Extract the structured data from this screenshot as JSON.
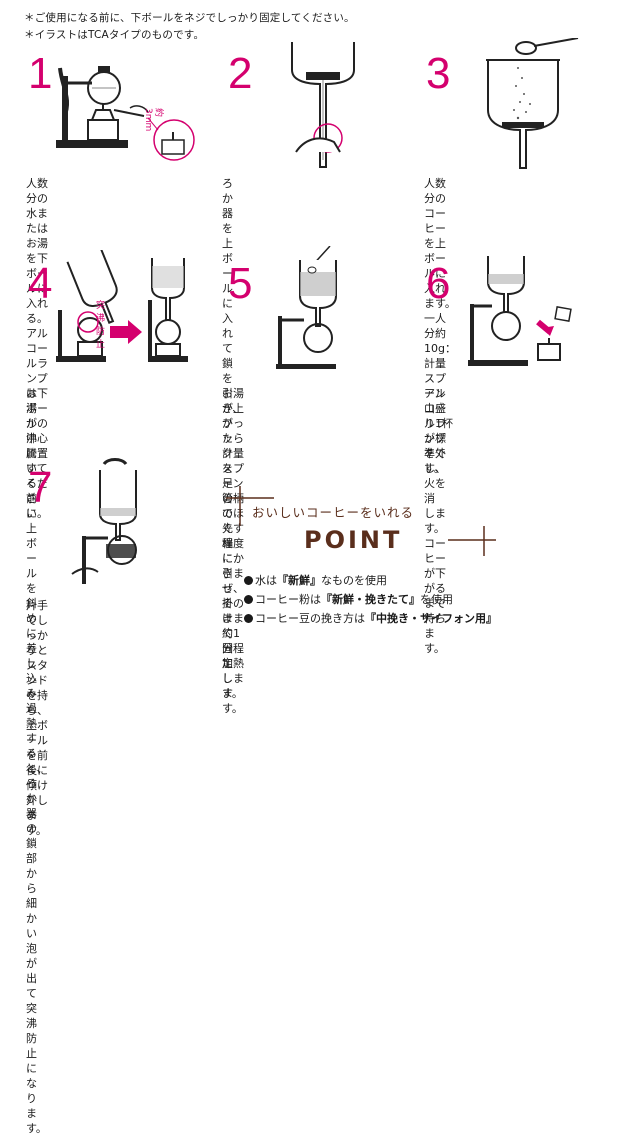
{
  "notes": [
    "＊ご使用になる前に、下ボールをネジでしっかり固定してください。",
    "＊イラストはTCAタイプのものです。"
  ],
  "steps": [
    {
      "number": "1",
      "text": "人数分の水またはお湯を下ボー\nルに入れる。アルコールランプ\nは下ボールの中心に置いてくだ\nさい。"
    },
    {
      "number": "2",
      "text": "ろか器を上ボールに入れて鎖を\n引き、フックを足管の先端に引っ\n掛けて固定します。"
    },
    {
      "number": "3",
      "text": "人数分のコーヒーを上ボールに\n入れます。一人分約10g：計量\nスプーン山盛り1杯が標準で\nす。"
    },
    {
      "number": "4",
      "text": "お湯が沸騰する前に上ボールを\n斜めに差し込み過熱すると、ろ\nか器の鎖部から細かい泡が出\nて突沸防止になります。"
    },
    {
      "number": "5",
      "text": "お湯が上がったら計量スプーン\nの柄でほぐす程度にかきまぜ、\nそのまま約1分程加熱します。"
    },
    {
      "number": "6",
      "text": "アルコールランプを外し、火を消\nします。コーヒーが下がるまで\n待ちます。"
    },
    {
      "number": "7",
      "text": "片手でしっかりとスタンドを持\nち、上ボールを前後に傾け外し\nます。"
    }
  ],
  "labels": {
    "flame_height": "約3mm",
    "bump_prevention": "突沸防止"
  },
  "point": {
    "subtitle": "おいしいコーヒーをいれる",
    "title": "POINT",
    "tips": [
      {
        "prefix": "水は",
        "bold": "『新鮮』",
        "suffix": "なものを使用"
      },
      {
        "prefix": "コーヒー粉は",
        "bold": "『新鮮・挽きたて』",
        "suffix": "を使用"
      },
      {
        "prefix": "コーヒー豆の挽き方は",
        "bold": "『中挽き・サイフォン用』",
        "suffix": ""
      }
    ]
  },
  "colors": {
    "accent": "#d4006e",
    "point_brown": "#5a2e1c"
  }
}
